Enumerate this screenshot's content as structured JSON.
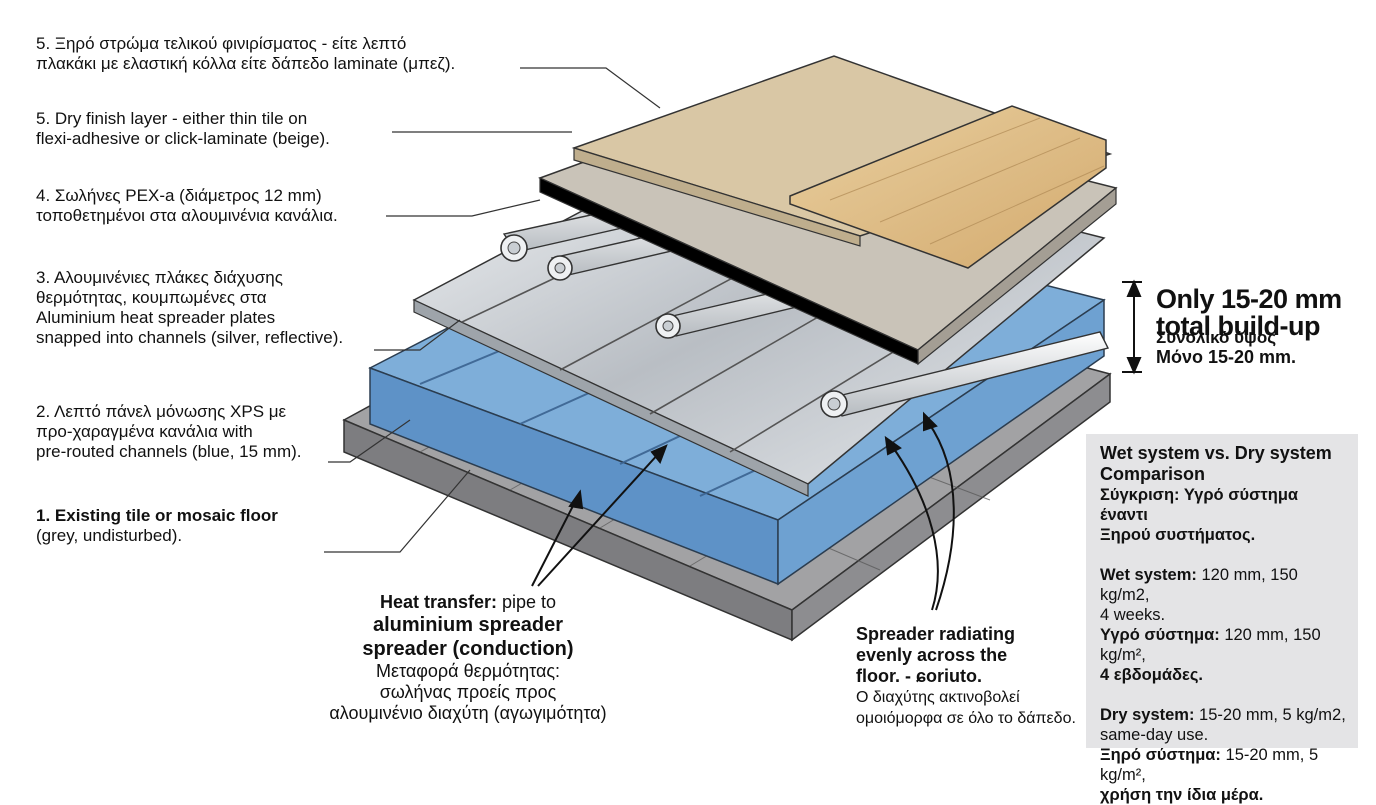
{
  "labels": {
    "l5_gr": [
      "5. Ξηρό στρώμα τελικού φινιρίσματος - είτε λεπτό",
      "πλακάκι με ελαστική κόλλα είτε δάπεδο laminate (μπεζ)."
    ],
    "l5_en": [
      "5. Dry finish layer - either thin tile on",
      "flexi-adhesive or click-laminate (beige)."
    ],
    "l4": [
      "4. Σωλήνες PEX-a (διάμετρος 12 mm)",
      "τοποθετημένοι στα αλουμινένια κανάλια."
    ],
    "l3": [
      "3. Αλουμινένιες πλάκες διάχυσης",
      "θερμότητας, κουμπωμένες στα",
      "Aluminium heat spreader plates",
      "snapped into channels (silver, reflective)."
    ],
    "l2": [
      "2. Λεπτό πάνελ μόνωσης XPS με",
      "προ-χαραγμένα κανάλια",
      " with",
      "pre-routed channels (blue, 15 mm)."
    ],
    "l1": [
      "1. Existing tile or mosaic floor",
      "(grey, undisturbed)."
    ]
  },
  "heat_transfer": {
    "bold1": "Heat transfer:",
    "rest1": " pipe to",
    "line2": "aluminium spreader",
    "line3": "spreader (conduction)",
    "gr1": "Μεταφορά θερμότητας:",
    "gr2": "σωλήνας προείς προς",
    "gr3": "αλουμινένιο διαχύτη (αγωγιμότητα)"
  },
  "spreader_radiating": {
    "en1": "Spreader radiating",
    "en2": "evenly across the",
    "en3": "floor. - ɕoriuto.",
    "gr1": "Ο διαχύτης ακτινοβολεί",
    "gr2": "ομοιόμορφα σε όλο το δάπεδο."
  },
  "build_up": {
    "line1": "Only 15-20 mm",
    "line2": "total build-up",
    "line3": "Συνολικό ύψος",
    "line4": "Μόνο 15-20 mm."
  },
  "comparison": {
    "title1": "Wet system vs. Dry system",
    "title2": "Comparison",
    "title_gr1": "Σύγκριση: Υγρό σύστημα έναντι",
    "title_gr2": "Ξηρού συστήματος.",
    "wet_label": "Wet system:",
    "wet_val1": " 120 mm, 150 kg/m2,",
    "wet_val2": "4 weeks.",
    "wet_gr_label": "Υγρό σύστημα:",
    "wet_gr_val": " 120 mm, 150 kg/m²,",
    "wet_gr_val2": "4 εβδομάδες.",
    "dry_label": "Dry system:",
    "dry_val1": " 15-20 mm, 5 kg/m2,",
    "dry_val2": "same-day use.",
    "dry_gr_label": "Ξηρό σύστημα:",
    "dry_gr_val": " 15-20 mm, 5 kg/m²,",
    "dry_gr_val2": "χρήση την ίδια μέρα."
  },
  "colors": {
    "xps": "#7eaed9",
    "aluminium": "#c9ced3",
    "tile": "#9b9b9d",
    "finish_beige": "#d9c7a5",
    "laminate": "#dcb985",
    "board": "#c9c3b8",
    "panel_bg": "#e4e4e6"
  }
}
